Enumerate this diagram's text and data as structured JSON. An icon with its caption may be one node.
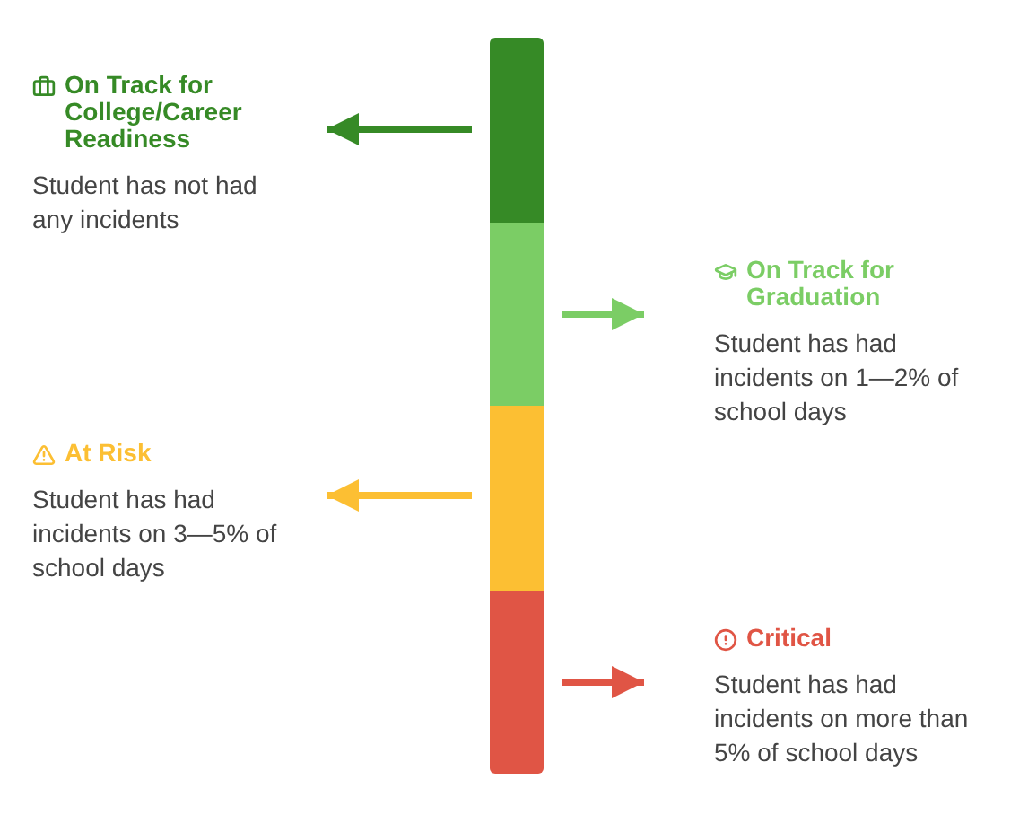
{
  "diagram": {
    "nodes": [
      {
        "text": [],
        "shape": "bar"
      },
      {
        "text": [],
        "shape": "bar"
      },
      {
        "text": [],
        "shape": "bar"
      },
      {
        "text": [],
        "shape": "bar"
      },
      {
        "text": [
          "On Track for College/Career Readiness",
          "Student has not had any incidents"
        ]
      },
      {
        "text": [
          "On Track for Graduation",
          "Student has had incidents on 1—2% of school days"
        ]
      },
      {
        "text": [
          "At Risk",
          "Student has had incidents on 3—5% of school days"
        ]
      },
      {
        "text": [
          "Critical",
          "Student has had incidents on more than 5% of school days"
        ]
      }
    ],
    "edges": [
      {
        "from": 0,
        "to": 4,
        "arrow": "to",
        "color": "#368a26"
      },
      {
        "from": 1,
        "to": 5,
        "arrow": "to",
        "color": "#7bcd65"
      },
      {
        "from": 2,
        "to": 6,
        "arrow": "to",
        "color": "#fcbf33"
      },
      {
        "from": 3,
        "to": 7,
        "arrow": "to",
        "color": "#e05545"
      }
    ]
  }
}
